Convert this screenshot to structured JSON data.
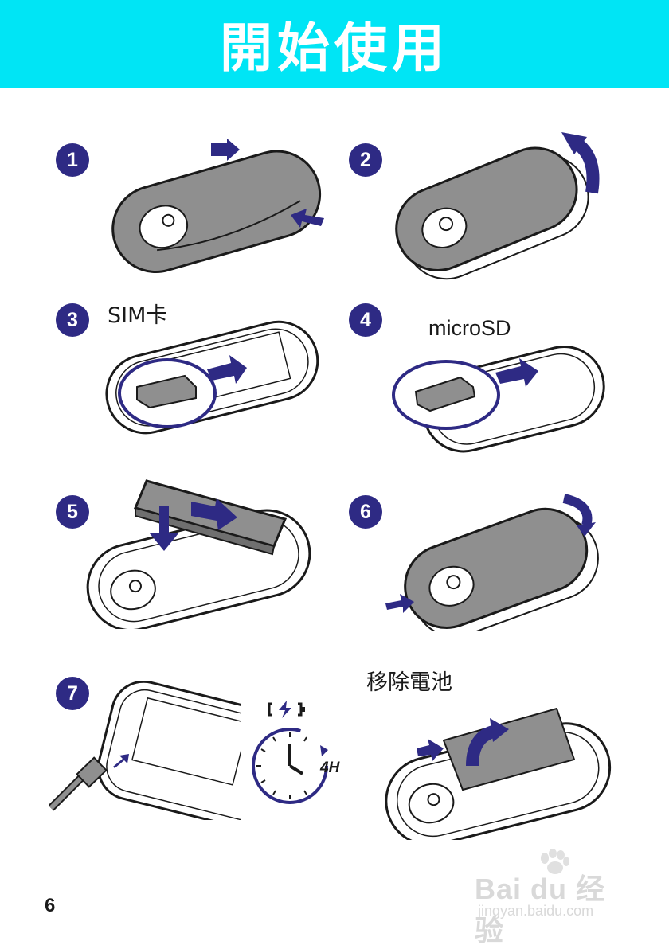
{
  "header": {
    "title": "開始使用",
    "color": "#00e5f5"
  },
  "accent_color": "#2e2a84",
  "steps": [
    {
      "number": "1",
      "label": ""
    },
    {
      "number": "2",
      "label": ""
    },
    {
      "number": "3",
      "label": "SIM卡"
    },
    {
      "number": "4",
      "label": "microSD"
    },
    {
      "number": "5",
      "label": ""
    },
    {
      "number": "6",
      "label": ""
    },
    {
      "number": "7",
      "label": ""
    }
  ],
  "charging": {
    "icon": "battery-charging-icon",
    "duration": "4H"
  },
  "remove_battery": {
    "label": "移除電池"
  },
  "page_number": "6",
  "watermark": {
    "brand": "Bai du 经验",
    "site": "jingyan.baidu.com"
  }
}
